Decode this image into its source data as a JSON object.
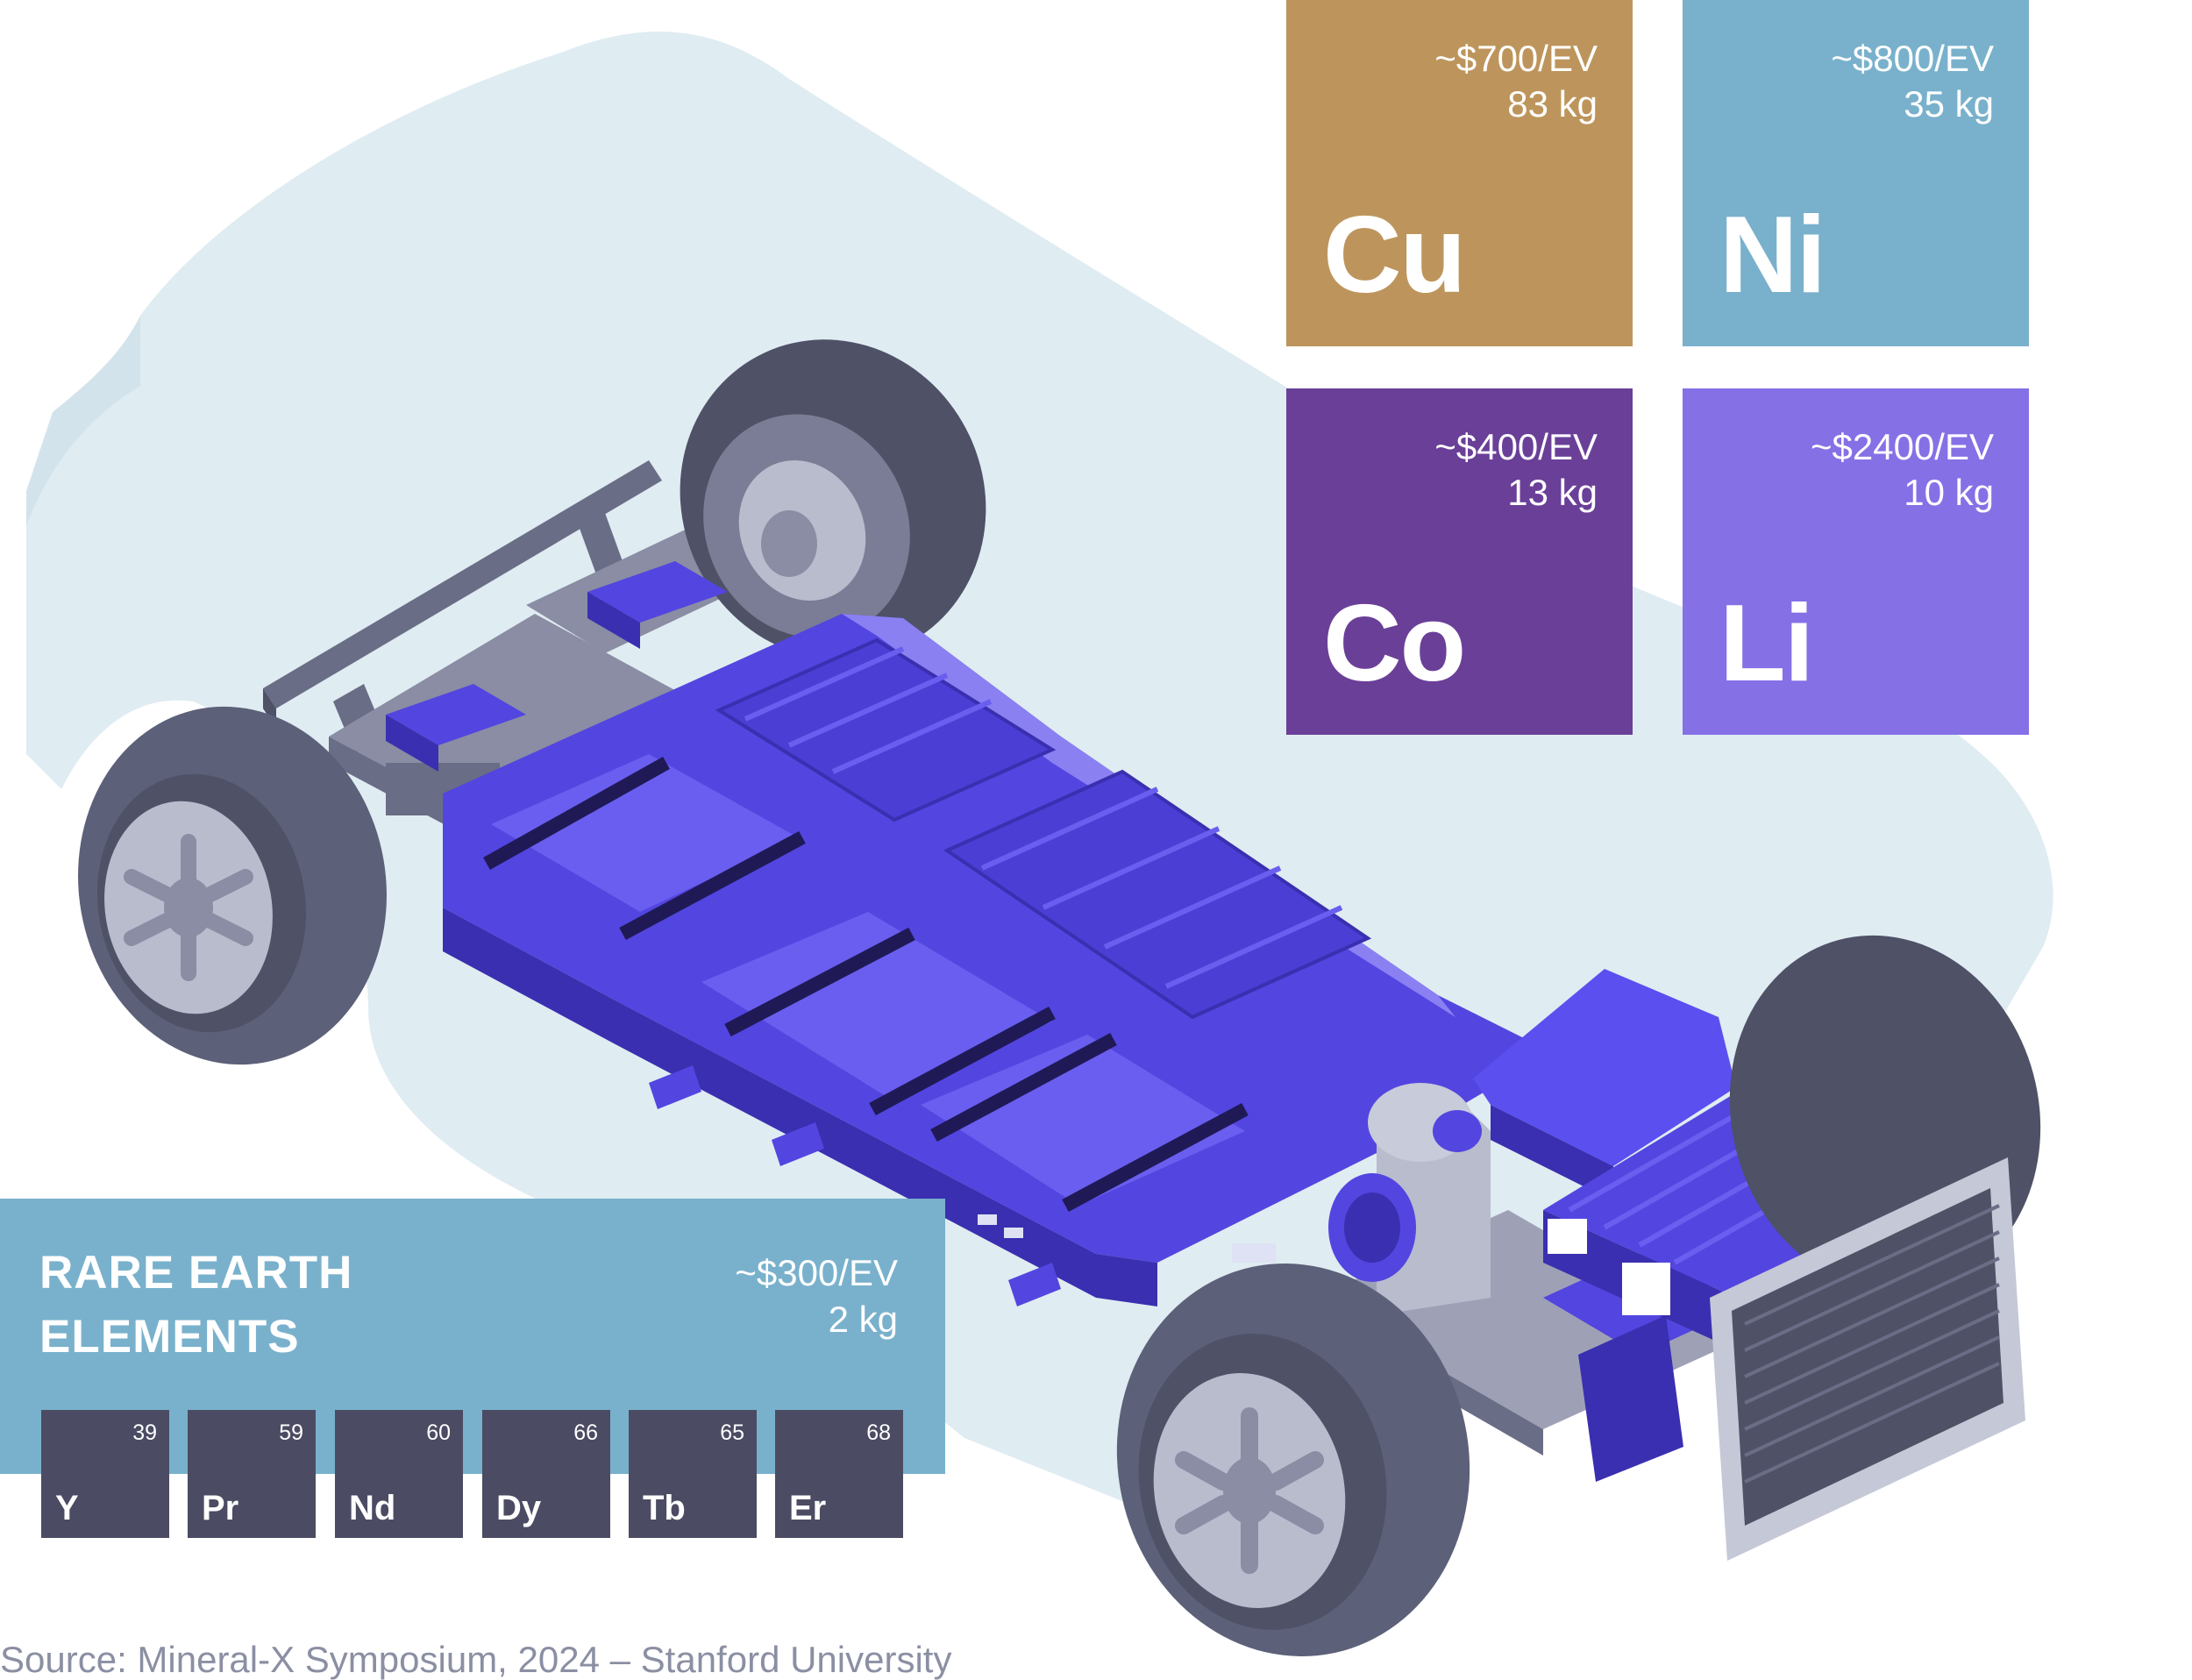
{
  "minerals": [
    {
      "symbol": "Cu",
      "price": "~$700/EV",
      "mass": "83 kg",
      "color": "#bd955c"
    },
    {
      "symbol": "Ni",
      "price": "~$800/EV",
      "mass": "35 kg",
      "color": "#79b1cc"
    },
    {
      "symbol": "Co",
      "price": "~$400/EV",
      "mass": "13 kg",
      "color": "#6a3f98"
    },
    {
      "symbol": "Li",
      "price": "~$2400/EV",
      "mass": "10 kg",
      "color": "#8670e6"
    }
  ],
  "rare_earth": {
    "title_line1": "RARE EARTH",
    "title_line2": "ELEMENTS",
    "price": "~$300/EV",
    "mass": "2 kg",
    "color": "#79b1cc",
    "elements": [
      {
        "symbol": "Y",
        "number": "39"
      },
      {
        "symbol": "Pr",
        "number": "59"
      },
      {
        "symbol": "Nd",
        "number": "60"
      },
      {
        "symbol": "Dy",
        "number": "66"
      },
      {
        "symbol": "Tb",
        "number": "65"
      },
      {
        "symbol": "Er",
        "number": "68"
      }
    ]
  },
  "source": "Source: Mineral-X Symposium, 2024 – Stanford University",
  "colors": {
    "car_silhouette": "#dfecf2",
    "battery": "#5345e0",
    "battery_dark": "#3a2fb0",
    "tire": "#4f5166",
    "rim": "#b9bccd",
    "chassis": "#6a6d86",
    "element_tile": "#4b4c63",
    "source_text": "#8b8fa3"
  },
  "icons": [
    "ev-car-silhouette",
    "ev-chassis-illustration",
    "battery-pack",
    "wheel",
    "electric-motor",
    "radiator"
  ]
}
